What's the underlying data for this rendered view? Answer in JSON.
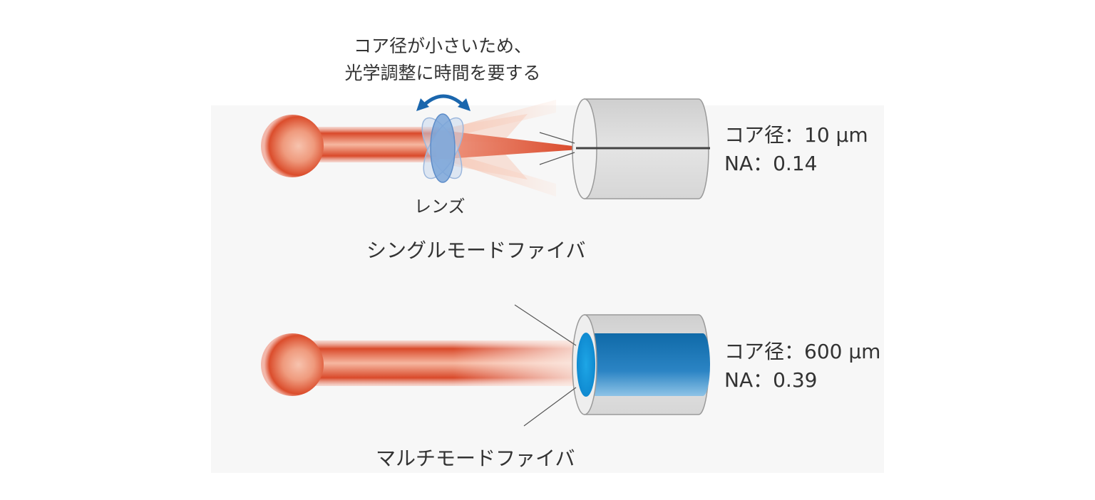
{
  "single_mode": {
    "note_line1": "コア径が小さいため、",
    "note_line2": "光学調整に時間を要する",
    "lens_label": "レンズ",
    "title": "シングルモードファイバ",
    "core_label": "コア径：10 μm",
    "na_label": "NA：0.14"
  },
  "multi_mode": {
    "title": "マルチモードファイバ",
    "core_label": "コア径：600 μm",
    "na_label": "NA：0.39"
  },
  "colors": {
    "laser": "#d9492a",
    "laser_center": "#f6b7a0",
    "fiber_cladding": "#e6e6e6",
    "fiber_edge": "#9a9a9a",
    "core_blue": "#1a7fc1",
    "lens_blue": "#7aa4d8",
    "arrow_blue": "#1a66ad"
  }
}
